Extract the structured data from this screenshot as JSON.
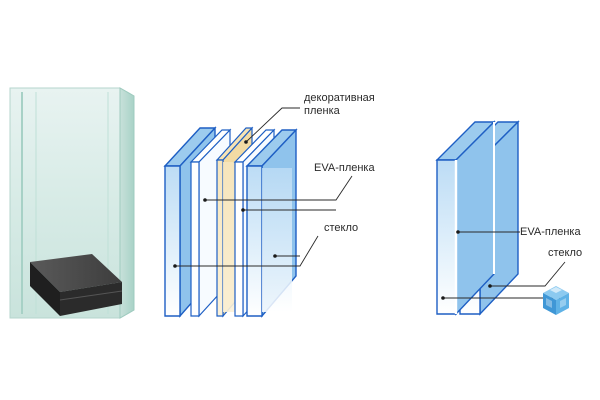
{
  "labels": {
    "decorative_film_line1": "декоративная",
    "decorative_film_line2": "пленка",
    "eva_film_center": "EVA-пленка",
    "glass_center": "стекло",
    "eva_film_right": "EVA-пленка",
    "glass_right": "стекло"
  },
  "colors": {
    "glass_front": "#cfe6f8",
    "glass_edge": "#1e5fc4",
    "glass_side": "#8fc3ec",
    "decorative_film": "#f6e3b4",
    "eva_film": "#ffffff",
    "block_dark": "#2b2b2b",
    "cube_accent": "#4aa3df"
  },
  "icons": {
    "cube_logo": "cube-icon"
  }
}
